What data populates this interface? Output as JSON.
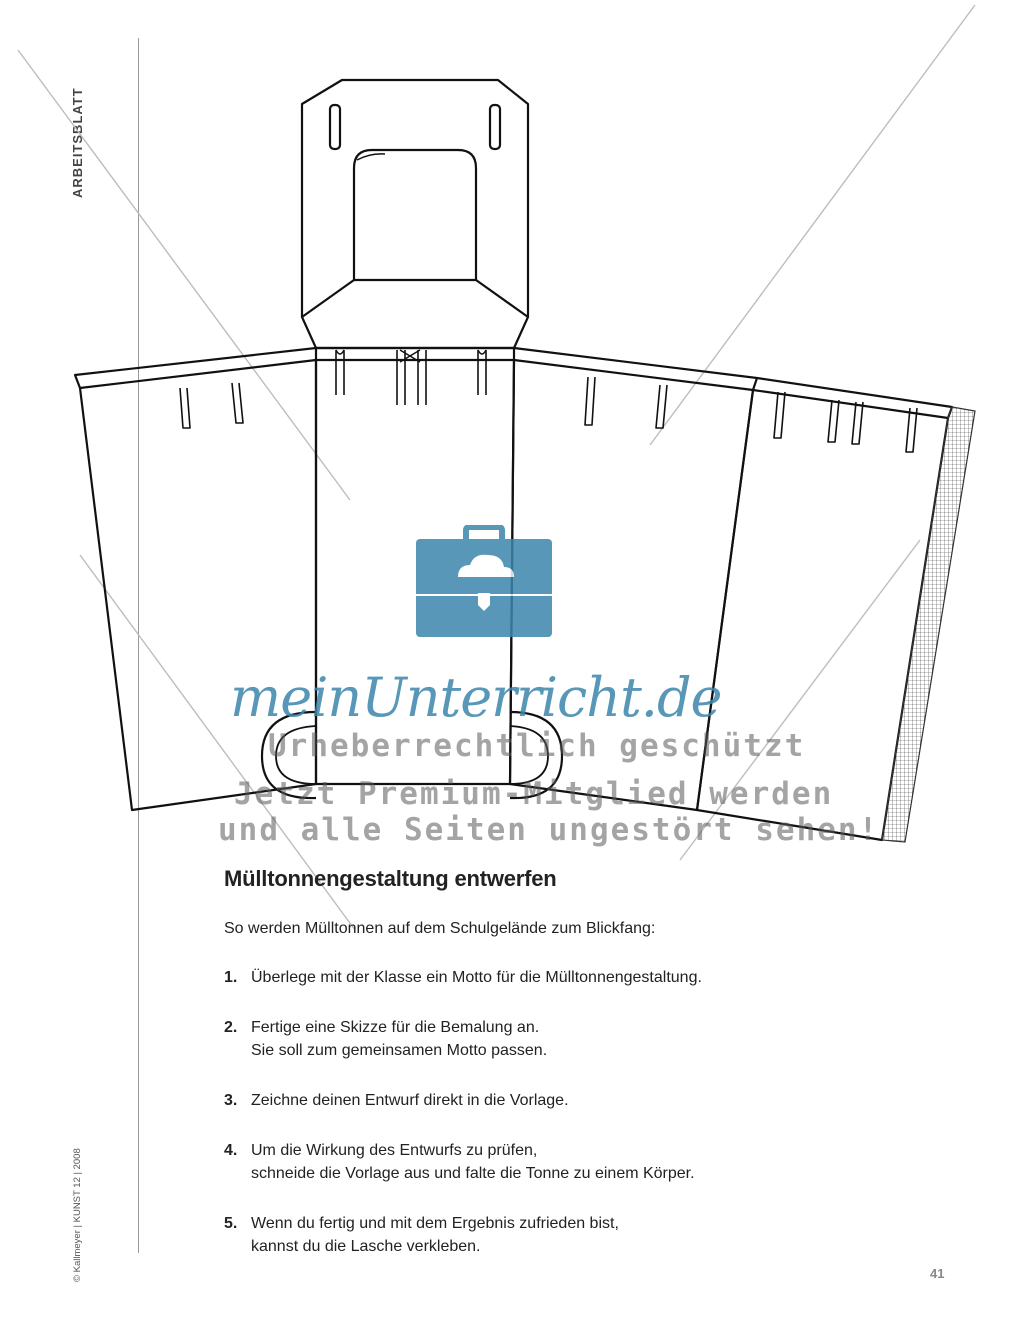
{
  "page": {
    "side_label": "ARBEITSBLATT",
    "copyright": "© Kallmeyer | KUNST 12 | 2008",
    "page_number": "41"
  },
  "content": {
    "heading": "Mülltonnengestaltung entwerfen",
    "intro": "So werden Mülltonnen auf dem Schulgelände zum Blickfang:",
    "steps": [
      {
        "num": "1.",
        "lines": [
          "Überlege mit der Klasse ein Motto für die Mülltonnengestaltung."
        ]
      },
      {
        "num": "2.",
        "lines": [
          "Fertige eine Skizze für die Bemalung an.",
          "Sie soll zum gemeinsamen Motto passen."
        ]
      },
      {
        "num": "3.",
        "lines": [
          "Zeichne deinen Entwurf direkt in die Vorlage."
        ]
      },
      {
        "num": "4.",
        "lines": [
          "Um die Wirkung des Entwurfs zu prüfen,",
          "schneide die Vorlage aus und falte die Tonne zu einem Körper."
        ]
      },
      {
        "num": "5.",
        "lines": [
          "Wenn du fertig und mit dem Ergebnis zufrieden bist,",
          "kannst du die Lasche verkleben."
        ]
      }
    ]
  },
  "watermark": {
    "brand": "meinUnterricht.de",
    "lines": [
      "Urheberrechtlich geschützt",
      "Jetzt Premium-Mitglied werden",
      "und alle Seiten ungestört sehen!"
    ],
    "color": "#3b86ab"
  }
}
